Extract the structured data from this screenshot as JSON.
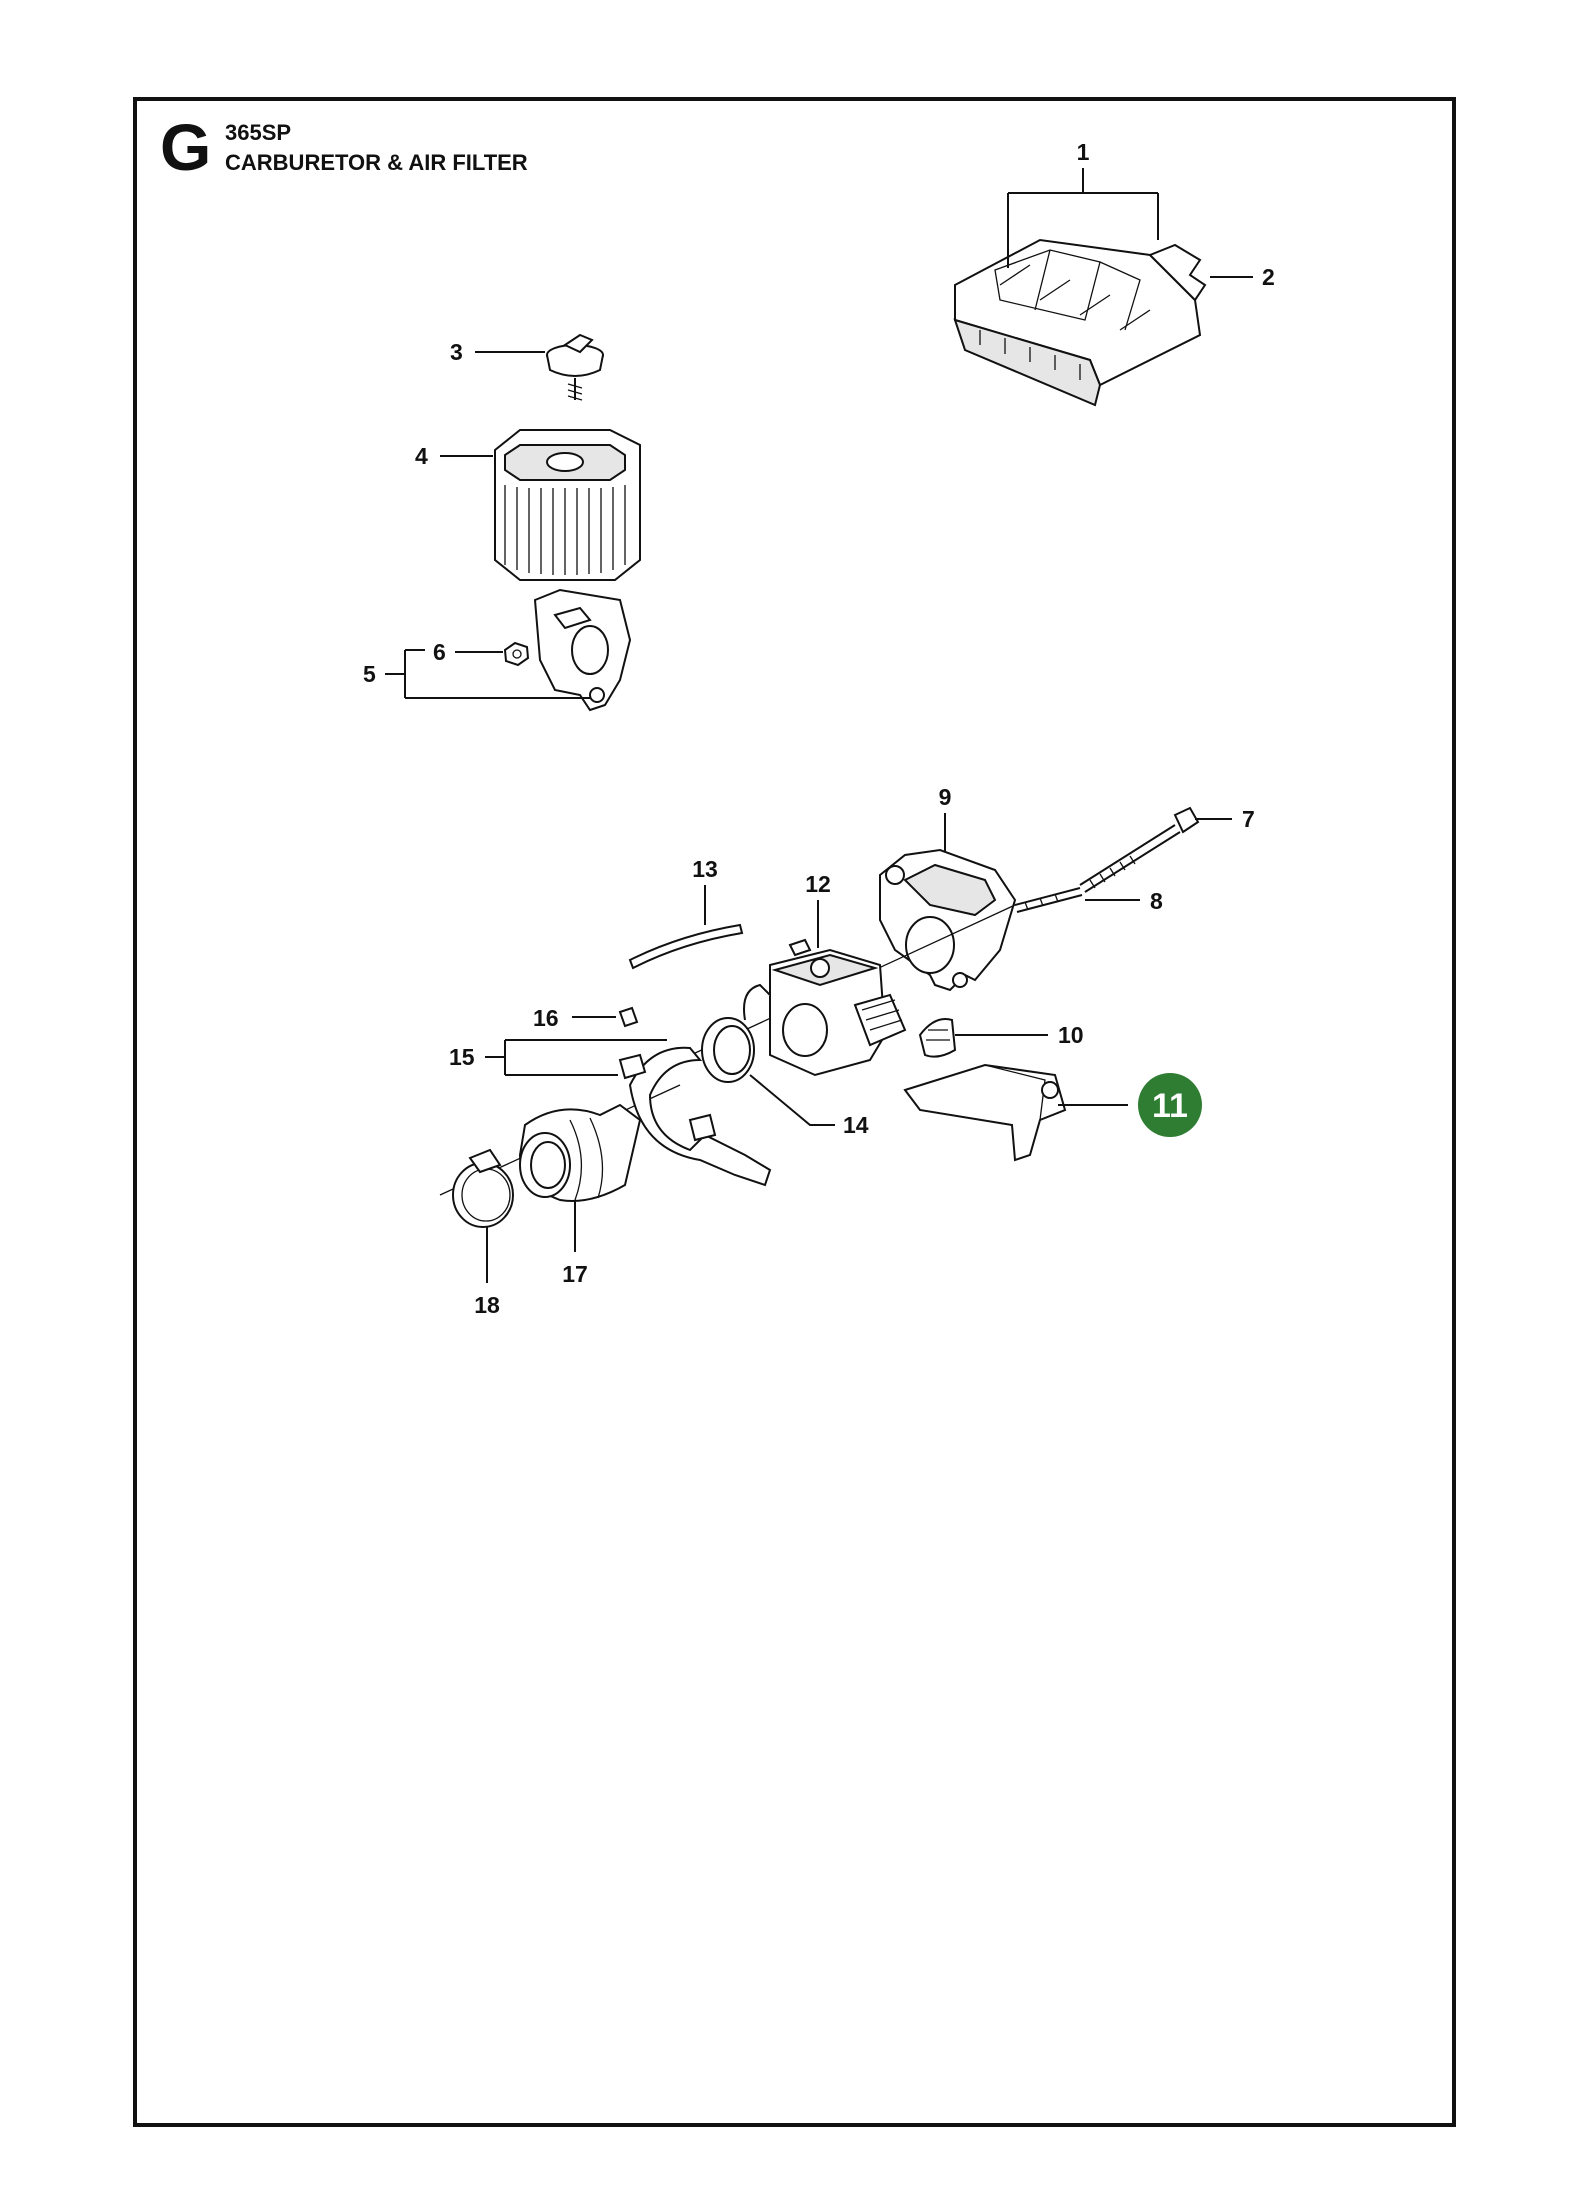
{
  "section": "G",
  "model": "365SP",
  "title": "CARBURETOR & AIR FILTER",
  "highlight_color": "#2e7d32",
  "callouts": {
    "c1": "1",
    "c2": "2",
    "c3": "3",
    "c4": "4",
    "c5": "5",
    "c6": "6",
    "c7": "7",
    "c8": "8",
    "c9": "9",
    "c10": "10",
    "c11": "11",
    "c12": "12",
    "c13": "13",
    "c14": "14",
    "c15": "15",
    "c16": "16",
    "c17": "17",
    "c18": "18"
  }
}
